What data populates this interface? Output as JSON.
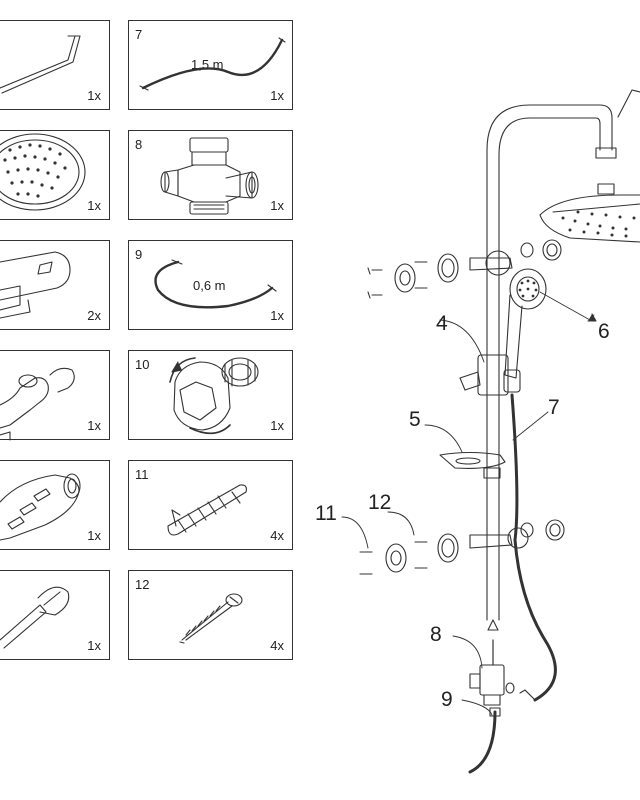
{
  "parts": [
    {
      "qty": "1x"
    },
    {
      "num": "7",
      "length": "1,5 m",
      "qty": "1x"
    },
    {
      "qty": "1x"
    },
    {
      "num": "8",
      "qty": "1x"
    },
    {
      "qty": "2x"
    },
    {
      "num": "9",
      "length": "0,6 m",
      "qty": "1x"
    },
    {
      "qty": "1x"
    },
    {
      "num": "10",
      "qty": "1x"
    },
    {
      "qty": "1x"
    },
    {
      "num": "11",
      "qty": "4x"
    },
    {
      "qty": "1x"
    },
    {
      "num": "12",
      "qty": "4x"
    }
  ],
  "callouts": {
    "c4": "4",
    "c5": "5",
    "c6": "6",
    "c7": "7",
    "c8": "8",
    "c9": "9",
    "c11": "11",
    "c12": "12"
  }
}
